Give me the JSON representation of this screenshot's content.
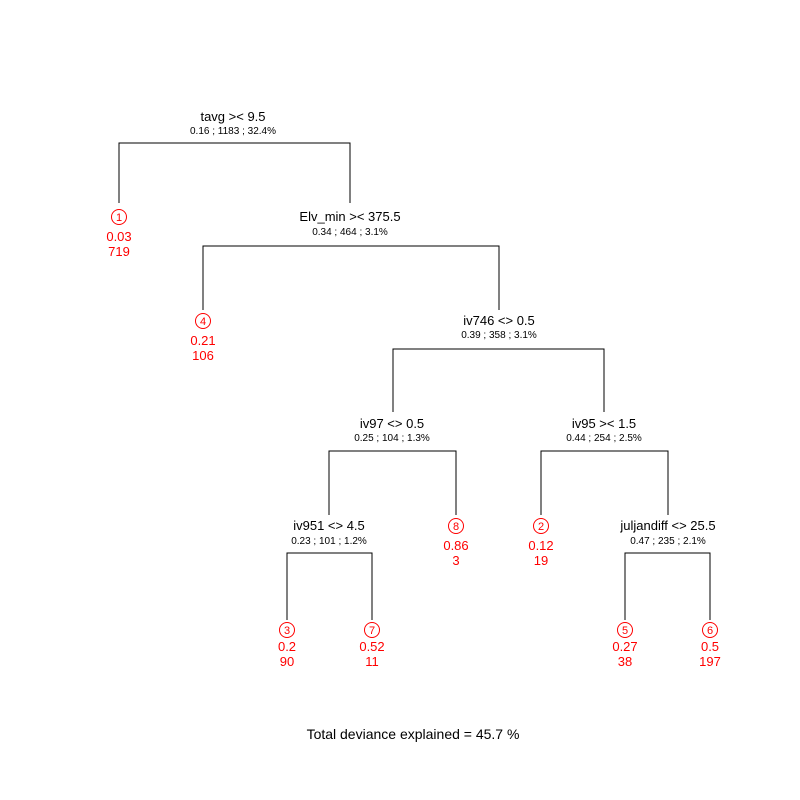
{
  "tree": {
    "colors": {
      "leaf": "#ff0000",
      "split": "#000000",
      "background": "#ffffff"
    },
    "splits": [
      {
        "id": "root",
        "label": "tavg >< 9.5",
        "stats": "0.16 ; 1183 ; 32.4%"
      },
      {
        "id": "elv",
        "label": "Elv_min >< 375.5",
        "stats": "0.34 ; 464 ; 3.1%"
      },
      {
        "id": "iv746",
        "label": "iv746 <> 0.5",
        "stats": "0.39 ; 358 ; 3.1%"
      },
      {
        "id": "iv97",
        "label": "iv97 <> 0.5",
        "stats": "0.25 ; 104 ; 1.3%"
      },
      {
        "id": "iv95",
        "label": "iv95 >< 1.5",
        "stats": "0.44 ; 254 ; 2.5%"
      },
      {
        "id": "iv951",
        "label": "iv951 <> 4.5",
        "stats": "0.23 ; 101 ; 1.2%"
      },
      {
        "id": "juljandiff",
        "label": "juljandiff <> 25.5",
        "stats": "0.47 ; 235 ; 2.1%"
      }
    ],
    "leaves": [
      {
        "id": "leaf1",
        "number": "1",
        "value": "0.03",
        "count": "719"
      },
      {
        "id": "leaf4",
        "number": "4",
        "value": "0.21",
        "count": "106"
      },
      {
        "id": "leaf8",
        "number": "8",
        "value": "0.86",
        "count": "3"
      },
      {
        "id": "leaf2",
        "number": "2",
        "value": "0.12",
        "count": "19"
      },
      {
        "id": "leaf3",
        "number": "3",
        "value": "0.2",
        "count": "90"
      },
      {
        "id": "leaf7",
        "number": "7",
        "value": "0.52",
        "count": "11"
      },
      {
        "id": "leaf5",
        "number": "5",
        "value": "0.27",
        "count": "38"
      },
      {
        "id": "leaf6",
        "number": "6",
        "value": "0.5",
        "count": "197"
      }
    ],
    "footer": "Total deviance explained = 45.7 %"
  }
}
